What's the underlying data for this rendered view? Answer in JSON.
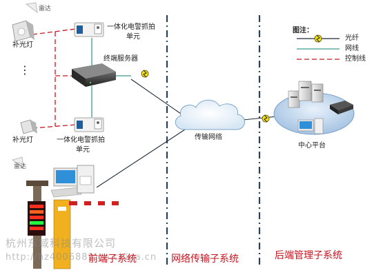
{
  "front": {
    "radar_top": "雷达",
    "radar_bottom": "雷达",
    "light_top": "补光灯",
    "light_bottom": "补光灯",
    "camera_top_line1": "一体化电警抓拍",
    "camera_top_line2": "单元",
    "camera_bottom_line1": "一体化电警抓拍",
    "camera_bottom_line2": "单元",
    "terminal_server": "终端服务器",
    "ellipsis": "⋮"
  },
  "network": {
    "label": "传输网络"
  },
  "backend": {
    "label": "中心平台"
  },
  "legend": {
    "title": "图注：",
    "items": [
      {
        "label": "光纤",
        "color": "#2a78c8"
      },
      {
        "label": "网线",
        "color": "#3a9b8c"
      },
      {
        "label": "控制线",
        "color": "#c8141e"
      }
    ]
  },
  "sections": {
    "front": "前端子系统",
    "network": "网络传输子系统",
    "backend": "后端管理子系统"
  },
  "watermark": {
    "line1": "杭州东域科技有限公司",
    "line2": "http://hz4006889.cn.china.cn"
  }
}
